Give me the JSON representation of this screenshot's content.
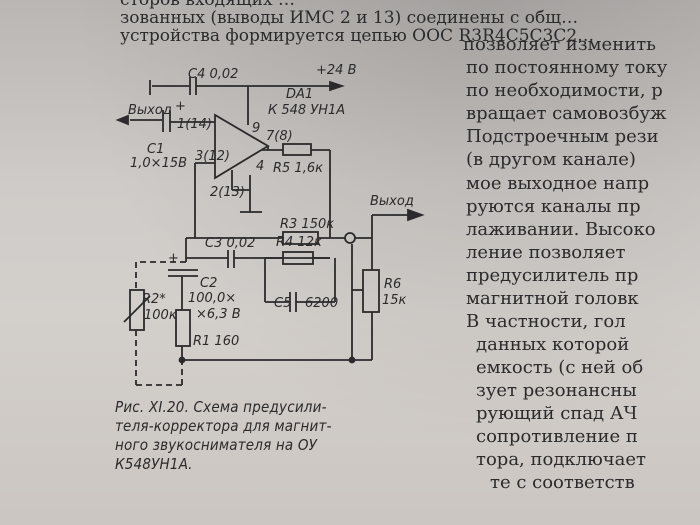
{
  "top_text": [
    "сторов входящих …",
    "зованных (выводы ИМС 2 и 13) соединены с общ…",
    "устройства формируется цепью ООС R3R4C5C3C2…"
  ],
  "right_column": [
    "позволяет изменить",
    "по постоянному току",
    "по необходимости, р",
    "вращает самовозбуж",
    "Подстроечным рези",
    "(в другом канале)",
    "мое выходное напр",
    "руются каналы пр",
    "лаживании. Высоко",
    "ление позволяет",
    "предусилитель пр",
    "магнитной головк",
    "В частности, гол",
    "данных которой",
    "емкость (с ней об",
    "зует резонансны",
    "рующий спад АЧ",
    "сопротивление п",
    "тора, подключает",
    "те с соответств"
  ],
  "caption": [
    "Рис.  XI.20. Схема предусили-",
    "теля-корректора  для  магнит-",
    "ного  звукоснимателя   на  ОУ",
    "К548УН1А."
  ],
  "schematic": {
    "c4": "С4 0,02",
    "plus24": "+24 В",
    "vyhod_in": "Выход",
    "da1": "DA1",
    "chip": "К 548 УН1А",
    "pin1": "1(14)",
    "pin9": "9",
    "pin7": "7(8)",
    "pin3": "3(12)",
    "pin4": "4",
    "pin2": "2(13)",
    "c1": "С1",
    "c1v": "1,0×15В",
    "r5": "R5 1,6к",
    "r3": "R3 150к",
    "vyhod_out": "Выход",
    "c3": "С3 0,02",
    "r4": "R4 12к",
    "c2": "С2",
    "c2v1": "100,0×",
    "c2v2": "×6,3 В",
    "r2": "R2*",
    "r2v": "100к",
    "r1": "R1 160",
    "c5": "С5",
    "c5v": "6200",
    "r6": "R6",
    "r6v": "15к",
    "plus": "+",
    "plus2": "+"
  }
}
